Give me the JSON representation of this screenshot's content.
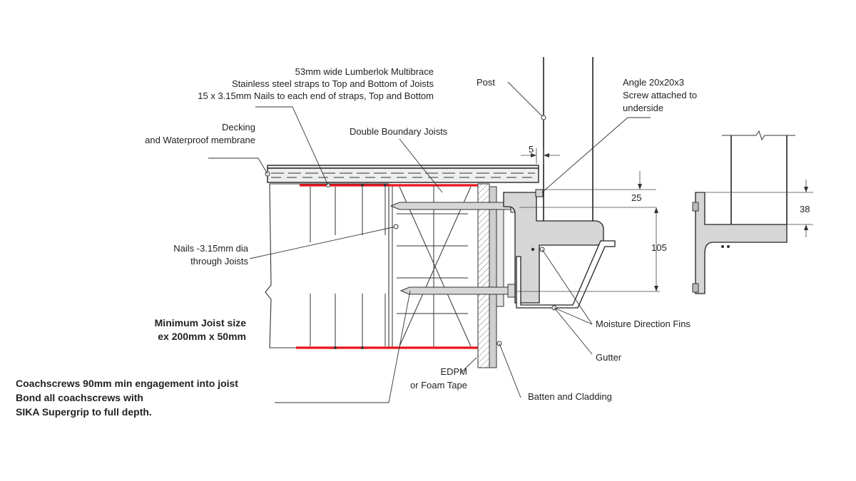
{
  "labels": {
    "multibrace_line1": "53mm wide Lumberlok Multibrace",
    "multibrace_line2": "Stainless steel straps to Top and Bottom of Joists",
    "multibrace_line3": "15 x 3.15mm Nails to each end of straps, Top and Bottom",
    "post": "Post",
    "angle_line1": "Angle 20x20x3",
    "angle_line2": "Screw attached to",
    "angle_line3": "underside",
    "decking_line1": "Decking",
    "decking_line2": "and Waterproof membrane",
    "double_boundary_joists": "Double Boundary Joists",
    "nails_line1": "Nails -3.15mm dia",
    "nails_line2": "through Joists",
    "min_joist_line1": "Minimum Joist size",
    "min_joist_line2": "ex 200mm x 50mm",
    "coach_line1": "Coachscrews 90mm min engagement into joist",
    "coach_line2": "Bond all coachscrews with",
    "coach_line3": "SIKA Supergrip to full depth.",
    "edpm_line1": "EDPM",
    "edpm_line2": "or Foam Tape",
    "batten_cladding": "Batten and Cladding",
    "moisture_fins": "Moisture Direction Fins",
    "gutter": "Gutter"
  },
  "dimensions": {
    "gap": "5",
    "offset_top": "25",
    "bracket_depth": "105",
    "side_flange": "38"
  },
  "colors": {
    "strap": "#e8141b",
    "line": "#333333",
    "bracket_fill": "#d6d6d6",
    "cladding_fill": "#cfcfcf",
    "decking_fill": "#eeeeee"
  }
}
